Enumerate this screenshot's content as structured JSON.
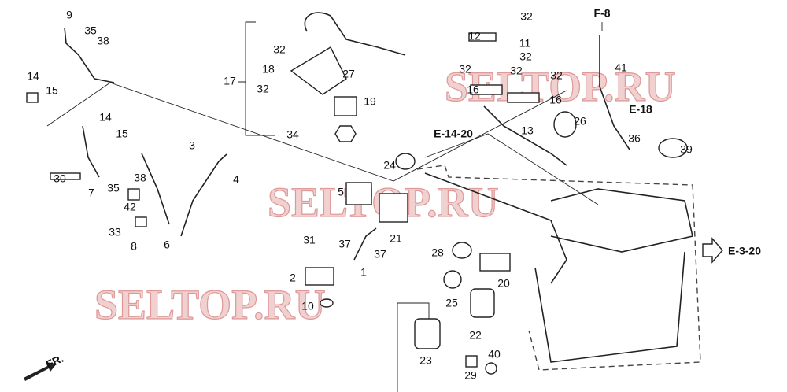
{
  "diagram": {
    "labels": [
      "9",
      "35",
      "38",
      "14",
      "15",
      "14",
      "15",
      "30",
      "7",
      "35",
      "38",
      "3",
      "4",
      "42",
      "33",
      "8",
      "6",
      "17",
      "32",
      "18",
      "32",
      "27",
      "19",
      "34",
      "32",
      "12",
      "11",
      "32",
      "32",
      "32",
      "32",
      "16",
      "16",
      "41",
      "26",
      "13",
      "36",
      "39",
      "24",
      "5",
      "21",
      "31",
      "37",
      "37",
      "1",
      "2",
      "10",
      "28",
      "20",
      "25",
      "22",
      "23",
      "29",
      "40"
    ],
    "refs": {
      "f8": "F-8",
      "e18": "E-18",
      "e14": "E-14-20",
      "e3": "E-3-20",
      "fr": "FR."
    },
    "watermark": "SELTOP.RU"
  }
}
